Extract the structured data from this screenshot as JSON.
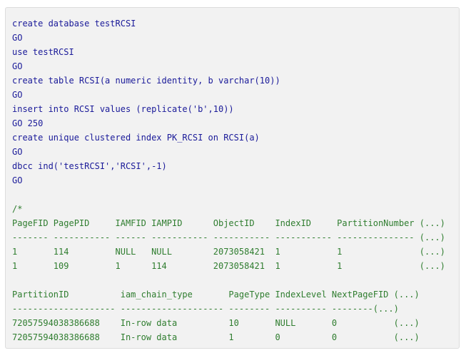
{
  "code": {
    "lines": [
      {
        "text": "create database testRCSI",
        "kind": "sql"
      },
      {
        "text": "GO",
        "kind": "sql"
      },
      {
        "text": "use testRCSI",
        "kind": "sql"
      },
      {
        "text": "GO",
        "kind": "sql"
      },
      {
        "text": "create table RCSI(a numeric identity, b varchar(10))",
        "kind": "sql"
      },
      {
        "text": "GO",
        "kind": "sql"
      },
      {
        "text": "insert into RCSI values (replicate('b',10))",
        "kind": "sql"
      },
      {
        "text": "GO 250",
        "kind": "sql"
      },
      {
        "text": "create unique clustered index PK_RCSI on RCSI(a)",
        "kind": "sql"
      },
      {
        "text": "GO",
        "kind": "sql"
      },
      {
        "text": "dbcc ind('testRCSI','RCSI',-1)",
        "kind": "sql"
      },
      {
        "text": "GO",
        "kind": "sql"
      },
      {
        "text": "",
        "kind": "sql"
      },
      {
        "text": "/*",
        "kind": "cm"
      },
      {
        "text": "PageFID PagePID     IAMFID IAMPID      ObjectID    IndexID     PartitionNumber (...)",
        "kind": "cm"
      },
      {
        "text": "------- ----------- ------ ----------- ----------- ----------- --------------- (...)",
        "kind": "cm"
      },
      {
        "text": "1       114         NULL   NULL        2073058421  1           1               (...)",
        "kind": "cm"
      },
      {
        "text": "1       109         1      114         2073058421  1           1               (...)",
        "kind": "cm"
      },
      {
        "text": "",
        "kind": "cm"
      },
      {
        "text": "PartitionID          iam_chain_type       PageType IndexLevel NextPageFID (...)",
        "kind": "cm"
      },
      {
        "text": "-------------------- -------------------- -------- ---------- --------(...)",
        "kind": "cm"
      },
      {
        "text": "72057594038386688    In-row data          10       NULL       0           (...)",
        "kind": "cm"
      },
      {
        "text": "72057594038386688    In-row data          1        0          0           (...)",
        "kind": "cm"
      }
    ]
  }
}
